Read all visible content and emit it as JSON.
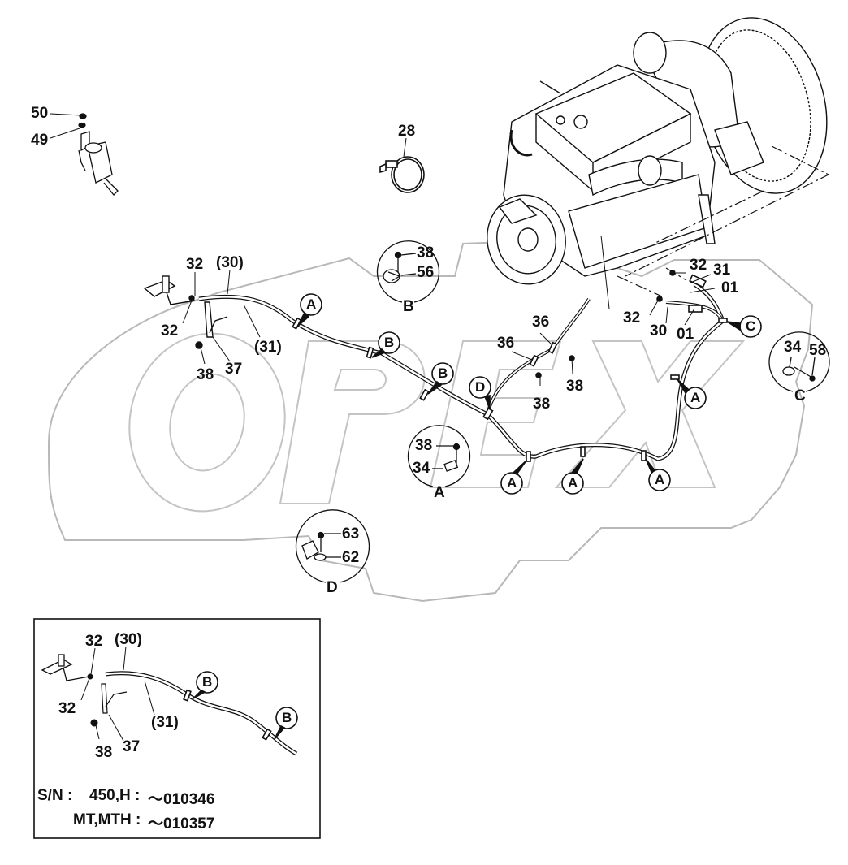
{
  "diagram": {
    "watermark": "OPEX",
    "colors": {
      "line": "#111111",
      "watermark": "#b0b0b0",
      "background": "#ffffff"
    },
    "part_labels": {
      "p50": "50",
      "p49": "49",
      "p28": "28",
      "left_32a": "32",
      "left_30": "(30)",
      "left_32b": "32",
      "left_31": "(31)",
      "left_38": "38",
      "left_37": "37",
      "b_38": "38",
      "b_56": "56",
      "b_title": "B",
      "mid_36a": "36",
      "mid_36b": "36",
      "mid_38a": "38",
      "mid_38b": "38",
      "right_32a": "32",
      "right_31": "31",
      "right_01a": "01",
      "right_32b": "32",
      "right_30": "30",
      "right_01b": "01",
      "c_34": "34",
      "c_58": "58",
      "c_title": "C",
      "a_38": "38",
      "a_34": "34",
      "a_title": "A",
      "d_63": "63",
      "d_62": "62",
      "d_title": "D",
      "inset_32a": "32",
      "inset_30": "(30)",
      "inset_32b": "32",
      "inset_31": "(31)",
      "inset_38": "38",
      "inset_37": "37"
    },
    "callouts": {
      "A1": "A",
      "B1": "B",
      "B2": "B",
      "D1": "D",
      "C1": "C",
      "A2": "A",
      "A3": "A",
      "A4": "A",
      "A5": "A",
      "inset_B1": "B",
      "inset_B2": "B"
    },
    "inset": {
      "sn_label": "S/N :",
      "rows": [
        {
          "model": "450,H :",
          "serial": "～010346"
        },
        {
          "model": "MT,MTH :",
          "serial": "～010357"
        }
      ]
    }
  }
}
